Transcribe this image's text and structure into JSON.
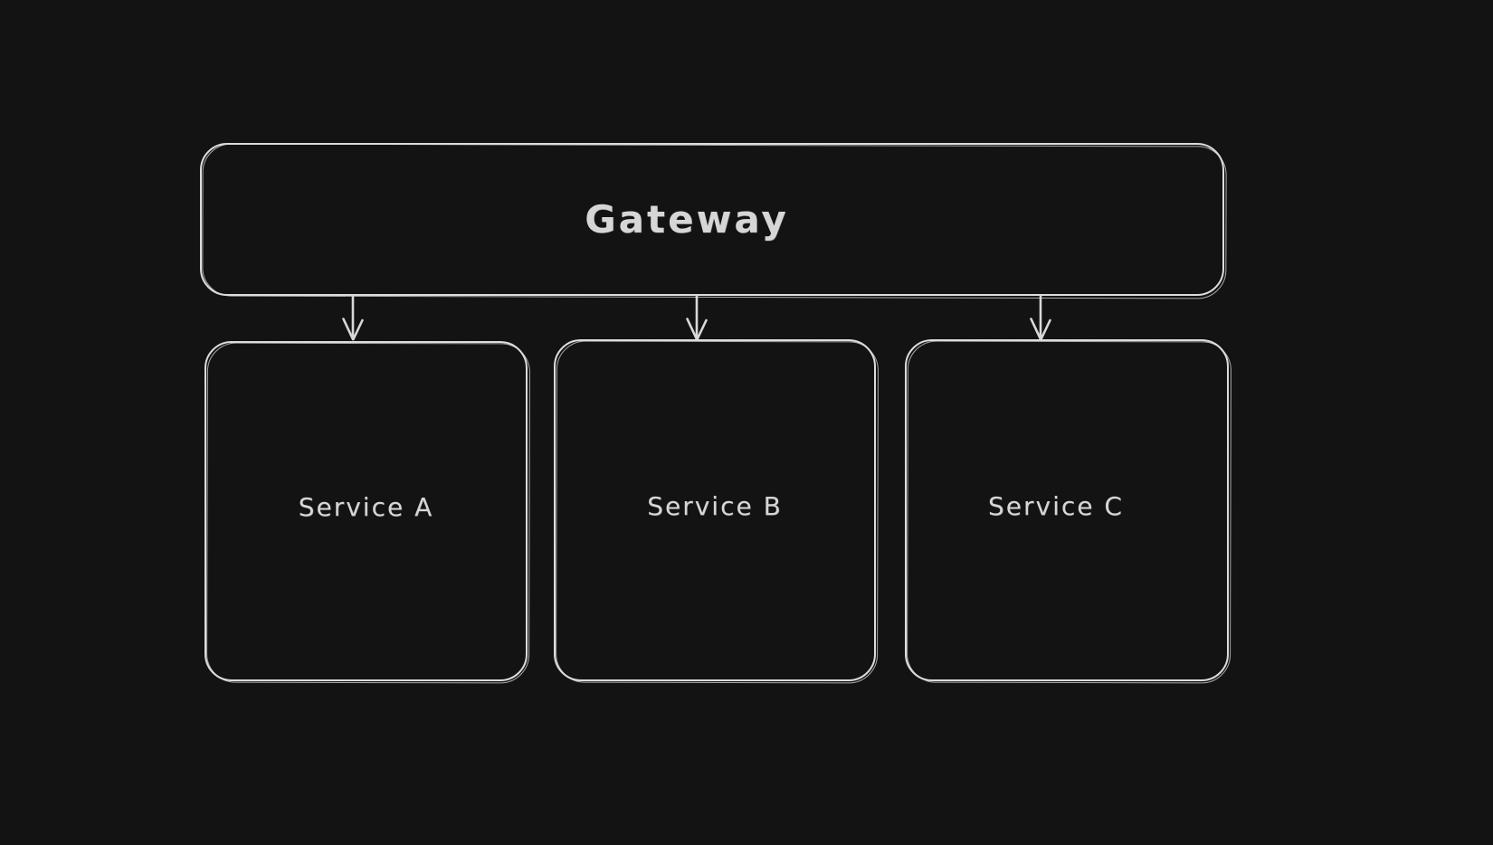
{
  "diagram": {
    "background_color": "#131313",
    "stroke_color": "#dcdcdc",
    "text_color": "#d6d6d6",
    "style": "hand-drawn-whiteboard-dark",
    "nodes": [
      {
        "id": "gateway",
        "label": "Gateway"
      },
      {
        "id": "service-a",
        "label": "Service A"
      },
      {
        "id": "service-b",
        "label": "Service B"
      },
      {
        "id": "service-c",
        "label": "Service C"
      }
    ],
    "edges": [
      {
        "from": "gateway",
        "to": "service-a",
        "type": "arrow-down"
      },
      {
        "from": "gateway",
        "to": "service-b",
        "type": "arrow-down"
      },
      {
        "from": "gateway",
        "to": "service-c",
        "type": "arrow-down"
      }
    ]
  }
}
